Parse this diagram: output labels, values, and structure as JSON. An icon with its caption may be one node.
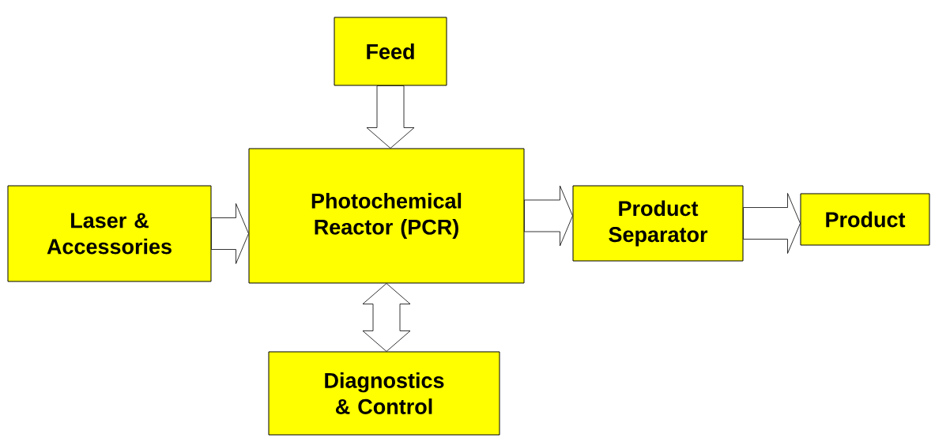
{
  "diagram": {
    "nodes": [
      {
        "text": [
          "Feed"
        ]
      },
      {
        "text": [
          "Laser & Accessories"
        ]
      },
      {
        "text": [
          "Photochemical Reactor (PCR)"
        ]
      },
      {
        "text": [
          "Product Separator"
        ]
      },
      {
        "text": [
          "Product"
        ]
      },
      {
        "text": [
          "Diagnostics & Control"
        ]
      }
    ],
    "edges": [
      {
        "from": 0,
        "to": 2,
        "arrow": "to"
      },
      {
        "from": 1,
        "to": 2,
        "arrow": "to"
      },
      {
        "from": 2,
        "to": 3,
        "arrow": "to"
      },
      {
        "from": 3,
        "to": 4,
        "arrow": "to"
      },
      {
        "from": 2,
        "to": 5,
        "arrow": "both"
      }
    ]
  }
}
